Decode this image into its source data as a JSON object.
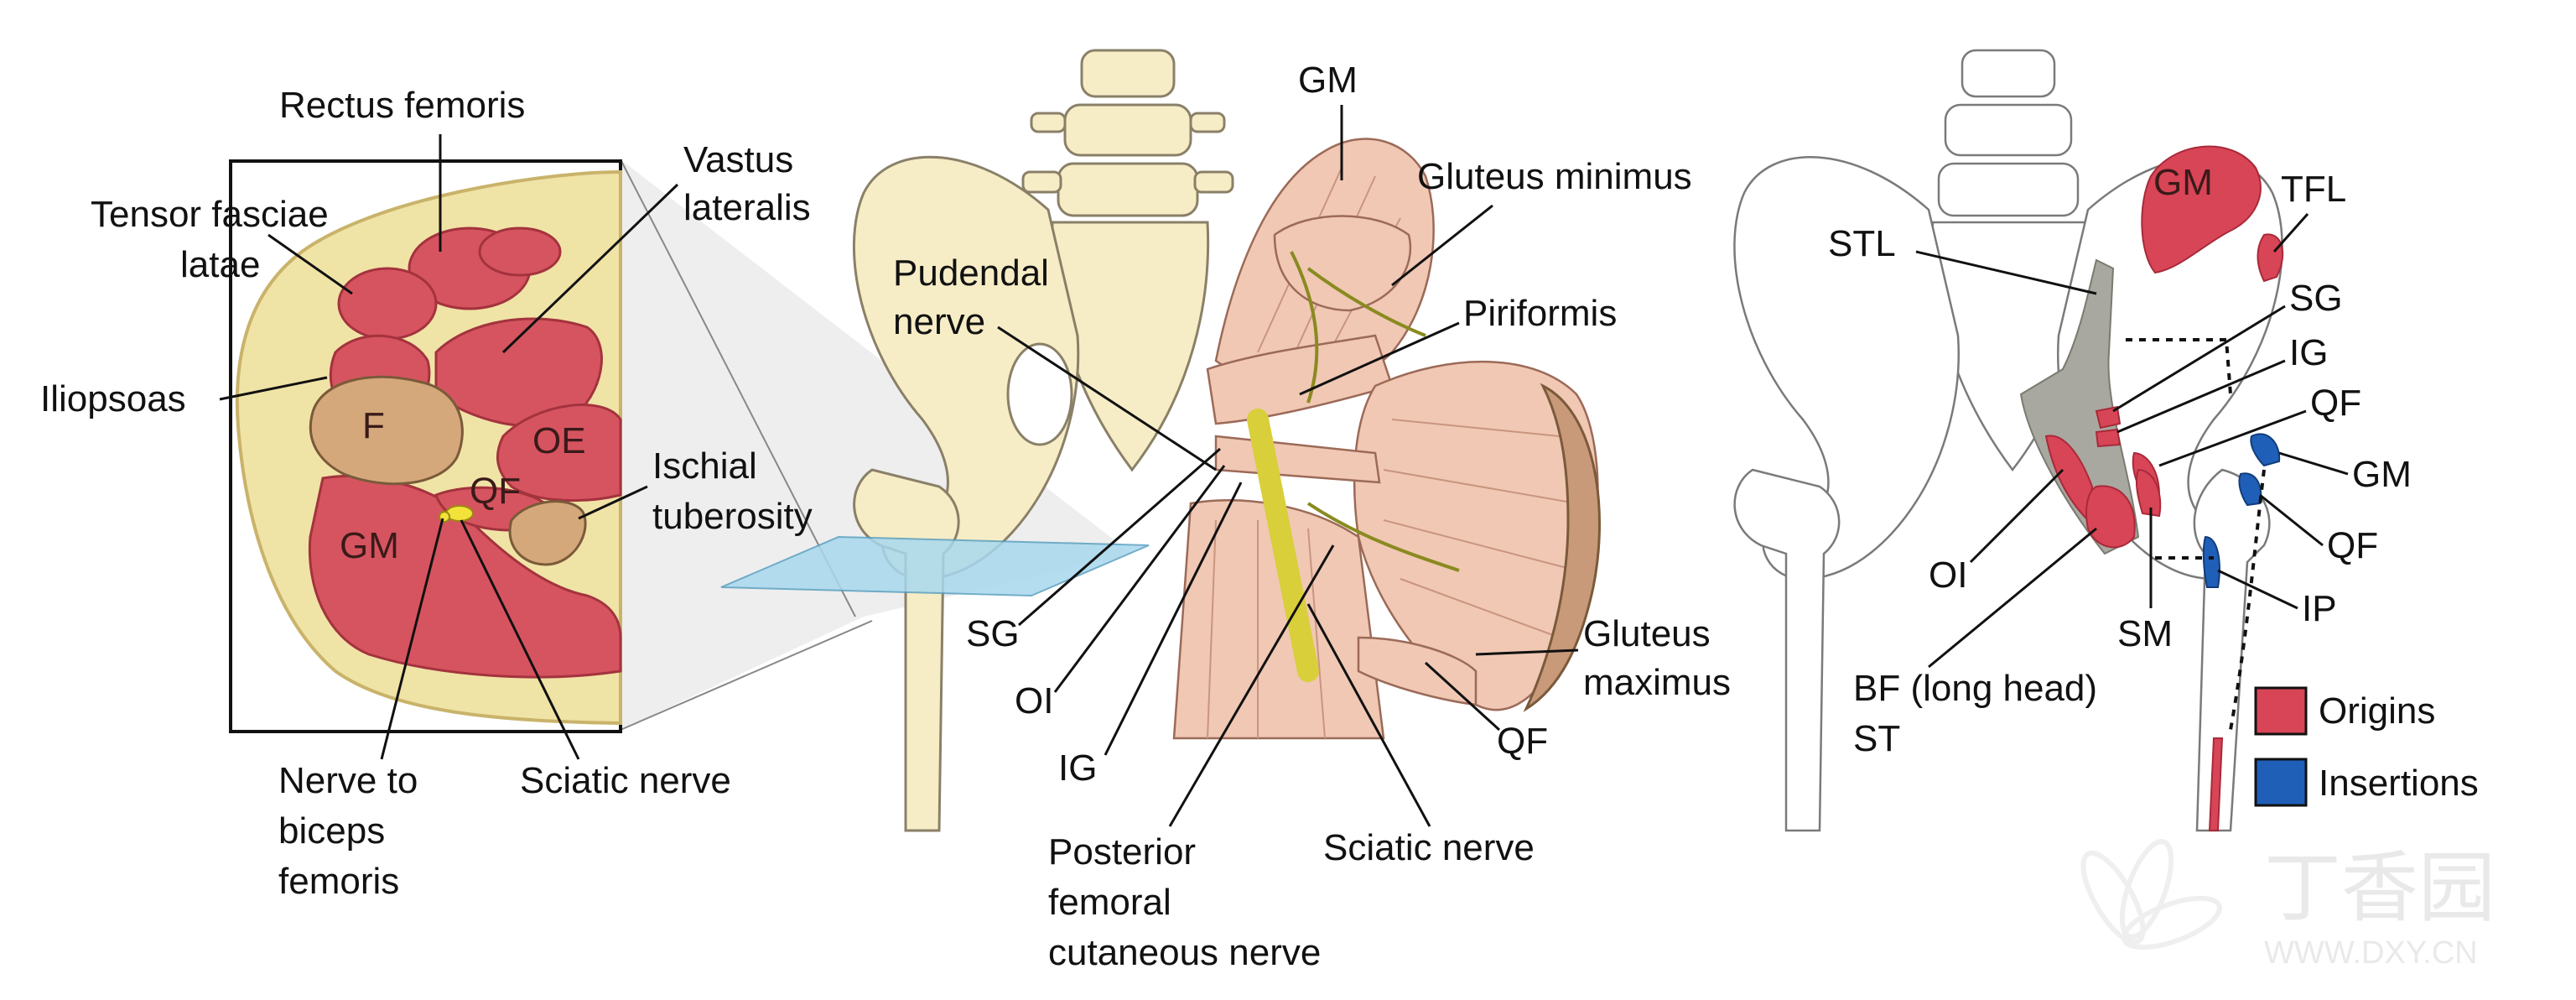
{
  "panel_a": {
    "labels": {
      "rectus_femoris": "Rectus femoris",
      "tensor_fasciae_1": "Tensor fasciae",
      "tensor_fasciae_2": "latae",
      "vastus_1": "Vastus",
      "vastus_2": "lateralis",
      "iliopsoas": "Iliopsoas",
      "ischial_1": "Ischial",
      "ischial_2": "tuberosity",
      "nerve_biceps_1": "Nerve to",
      "nerve_biceps_2": "biceps",
      "nerve_biceps_3": "femoris",
      "sciatic_nerve": "Sciatic nerve"
    },
    "inner": {
      "femur": "F",
      "oe": "OE",
      "qf": "QF",
      "gm": "GM"
    }
  },
  "panel_b": {
    "labels": {
      "gm": "GM",
      "gluteus_minimus": "Gluteus minimus",
      "pudendal_1": "Pudendal",
      "pudendal_2": "nerve",
      "piriformis": "Piriformis",
      "sg": "SG",
      "oi": "OI",
      "ig": "IG",
      "gluteus_maximus_1": "Gluteus",
      "gluteus_maximus_2": "maximus",
      "qf": "QF",
      "sciatic_nerve": "Sciatic nerve",
      "pfcn_1": "Posterior",
      "pfcn_2": "femoral",
      "pfcn_3": "cutaneous nerve"
    }
  },
  "panel_c": {
    "labels": {
      "gm_top": "GM",
      "tfl": "TFL",
      "stl": "STL",
      "sg": "SG",
      "ig": "IG",
      "qf_top": "QF",
      "gm_right": "GM",
      "qf_right": "QF",
      "ip": "IP",
      "oi": "OI",
      "sm": "SM",
      "bf_1": "BF (long head)",
      "bf_2": "ST"
    },
    "legend": {
      "origins": "Origins",
      "insertions": "Insertions",
      "origins_color": "#d84556",
      "insertions_color": "#1f5fb8"
    }
  },
  "watermark": {
    "chars": "丁香园",
    "url": "WWW.DXY.CN"
  }
}
